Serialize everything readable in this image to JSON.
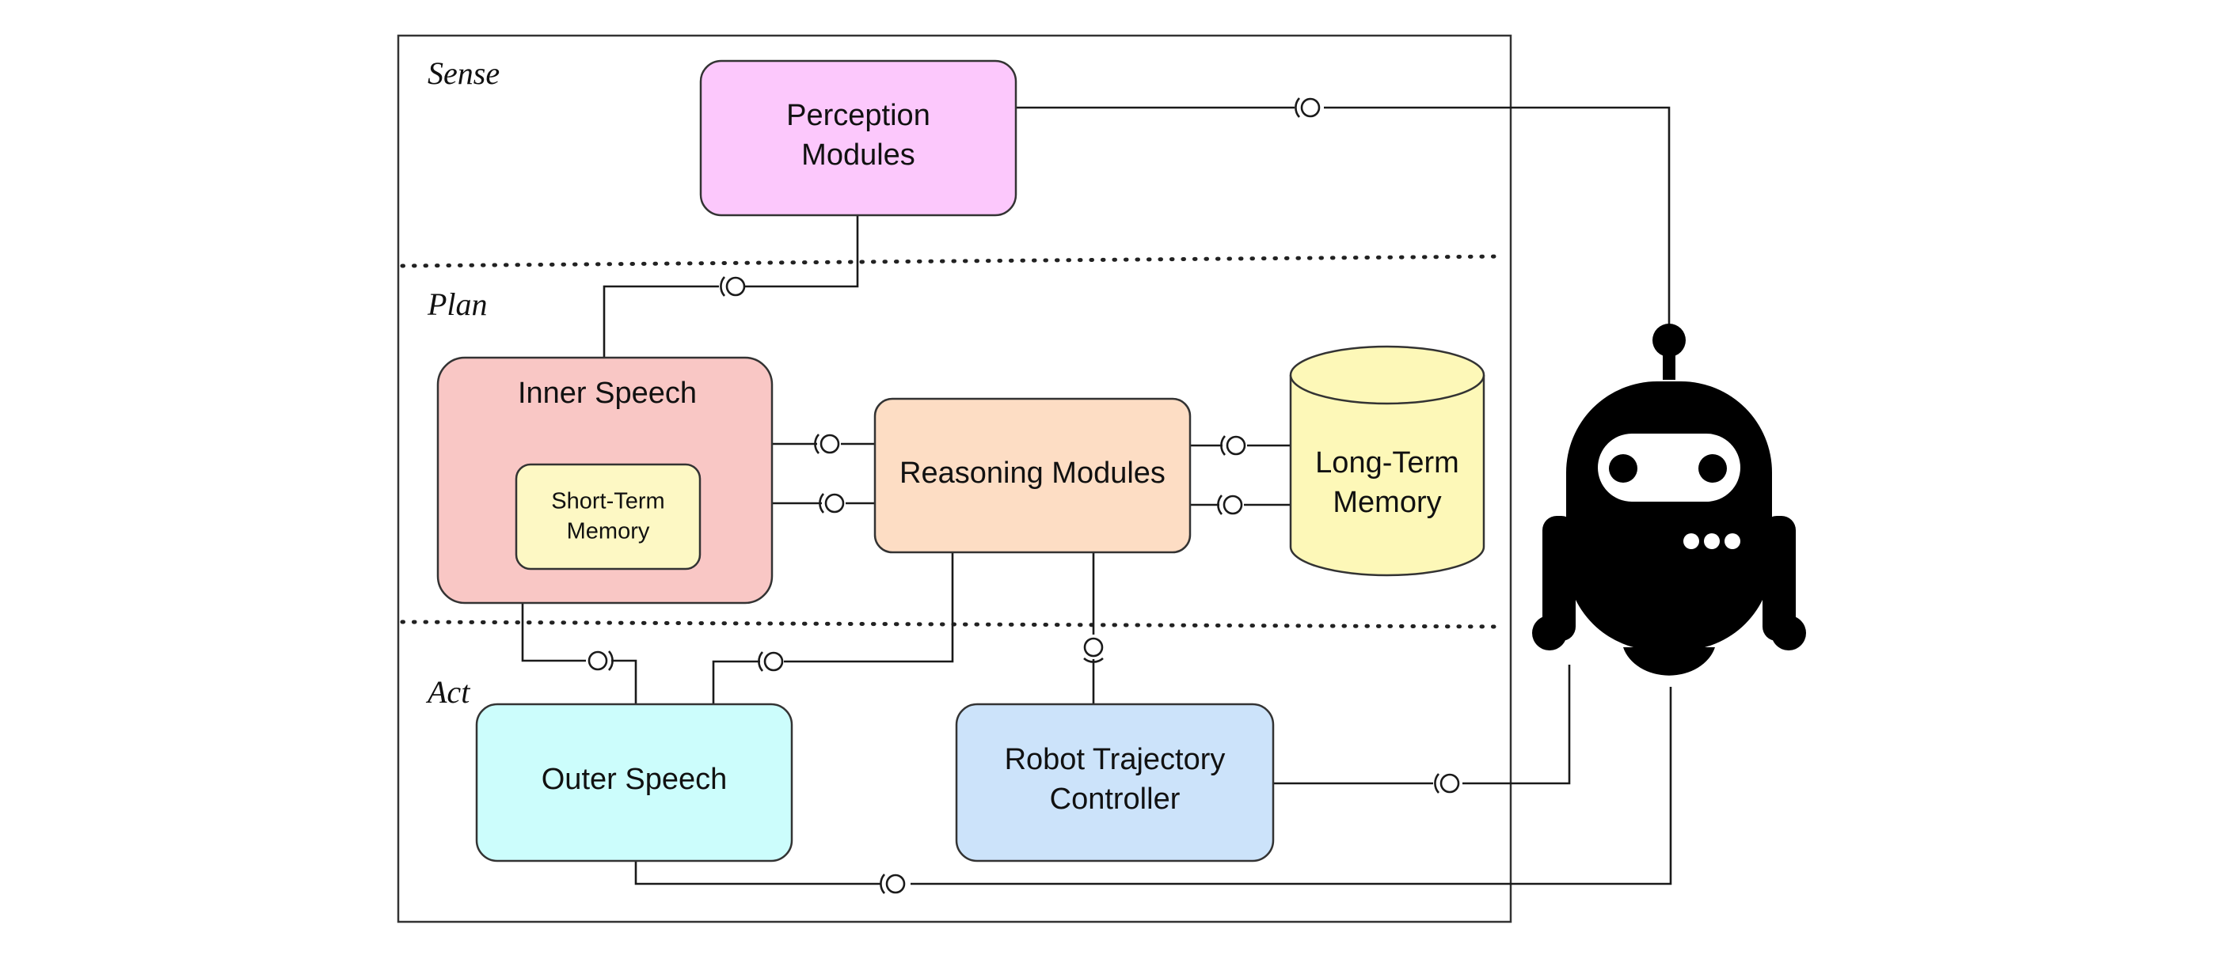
{
  "sections": {
    "sense": "Sense",
    "plan": "Plan",
    "act": "Act"
  },
  "components": {
    "perception": [
      "Perception",
      "Modules"
    ],
    "inner_speech": "Inner Speech",
    "short_term_memory": [
      "Short-Term",
      "Memory"
    ],
    "reasoning": "Reasoning Modules",
    "long_term_memory": [
      "Long-Term",
      "Memory"
    ],
    "outer_speech": "Outer Speech",
    "robot_trajectory": [
      "Robot Trajectory",
      "Controller"
    ]
  },
  "icons": {
    "robot": "robot-icon",
    "connector": "ball-and-socket-interface"
  },
  "colors": {
    "perception": "#fcc8fc",
    "inner_speech": "#f9c7c5",
    "short_term_memory": "#fdf8c4",
    "reasoning": "#fdddc4",
    "long_term_memory": "#fdf8b8",
    "outer_speech": "#ccfdfc",
    "robot_trajectory": "#cce3fa"
  }
}
